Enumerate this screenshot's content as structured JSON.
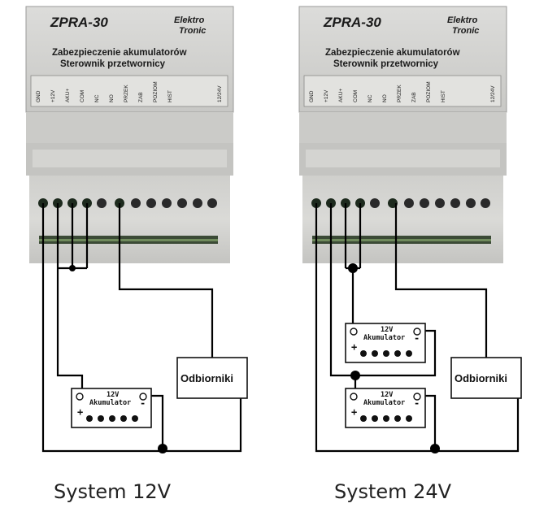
{
  "devices": [
    {
      "title": "ZPRA-30",
      "brand_line1": "Elektro",
      "brand_line2": "Tronic",
      "desc_line1": "Zabezpieczenie akumulatorów",
      "desc_line2": "Sterownik przetwornicy",
      "pins": [
        "GND",
        "+12V",
        "AKU+",
        "COM",
        "NC",
        "NO",
        "PRZEK",
        "ZAB",
        "POZIOM",
        "HIST"
      ],
      "right_pin": "12/24V"
    },
    {
      "title": "ZPRA-30",
      "brand_line1": "Elektro",
      "brand_line2": "Tronic",
      "desc_line1": "Zabezpieczenie akumulatorów",
      "desc_line2": "Sterownik przetwornicy",
      "pins": [
        "GND",
        "+12V",
        "AKU+",
        "COM",
        "NC",
        "NO",
        "PRZEK",
        "ZAB",
        "POZIOM",
        "HIST"
      ],
      "right_pin": "12/24V"
    }
  ],
  "battery": {
    "voltage": "12V",
    "name": "Akumulator",
    "plus": "+",
    "minus": "-"
  },
  "load_label": "Odbiorniki",
  "captions": {
    "left": "System 12V",
    "right": "System 24V"
  }
}
